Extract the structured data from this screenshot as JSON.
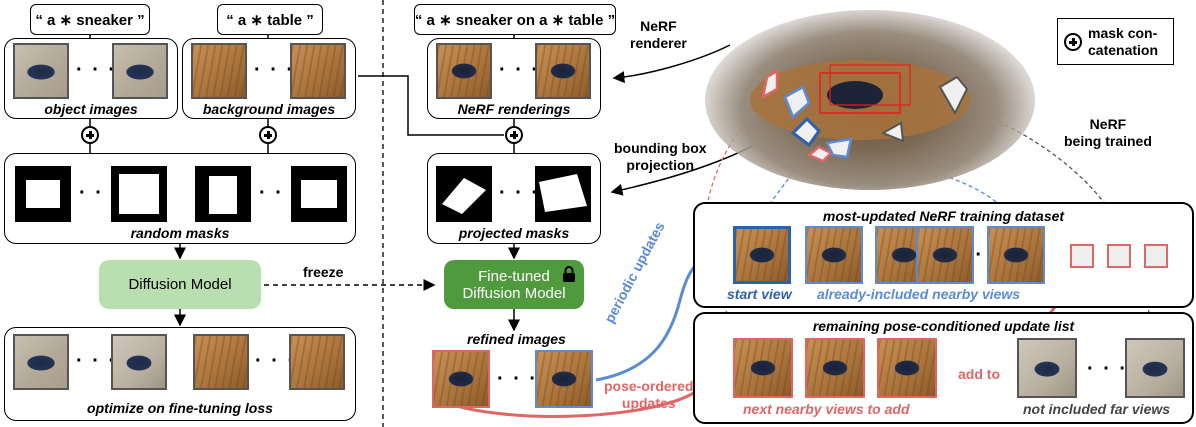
{
  "prompts": {
    "sneaker": "“ a ∗ sneaker ”",
    "table": "“ a ∗ table ”",
    "composite": "“ a ∗ sneaker on a ∗ table ”"
  },
  "captions": {
    "object_images": "object images",
    "background_images": "background images",
    "random_masks": "random masks",
    "optimize": "optimize on fine-tuning loss",
    "nerf_renderings": "NeRF renderings",
    "projected_masks": "projected masks",
    "refined_images": "refined images"
  },
  "models": {
    "diffusion": "Diffusion Model",
    "finetuned_line1": "Fine-tuned",
    "finetuned_line2": "Diffusion Model"
  },
  "arrows": {
    "freeze": "freeze",
    "nerf_renderer_line1": "NeRF",
    "nerf_renderer_line2": "renderer",
    "bbox_line1": "bounding box",
    "bbox_line2": "projection",
    "periodic": "periodic updates",
    "pose_line1": "pose-ordered",
    "pose_line2": "updates",
    "add_to": "add to"
  },
  "nerf": {
    "line1": "NeRF",
    "line2": "being trained"
  },
  "legend": {
    "line1": "mask con-",
    "line2": "catenation"
  },
  "dataset": {
    "title": "most-updated NeRF training dataset",
    "start_view": "start view",
    "included": "already-included nearby views"
  },
  "remaining": {
    "title": "remaining pose-conditioned update list",
    "next": "next nearby views to add",
    "far": "not included far views"
  },
  "ellipsis": "· · ·",
  "colors": {
    "blue": "#5b8ad6",
    "red": "#e06666",
    "green_light": "#b9dfb0",
    "green_dark": "#4f9a3c"
  }
}
